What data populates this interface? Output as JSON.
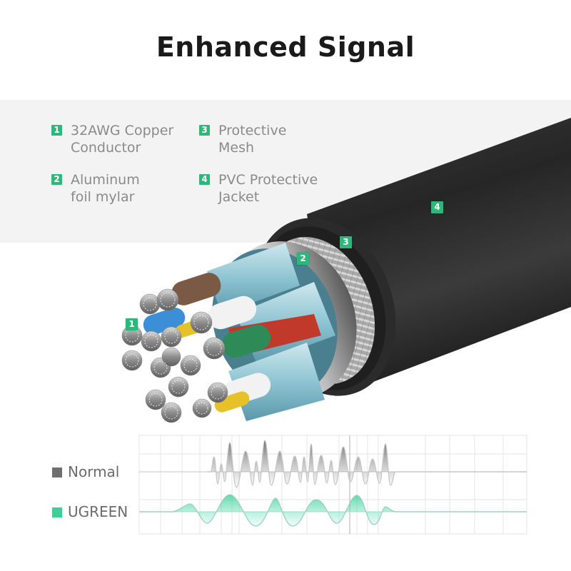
{
  "title": "Enhanced Signal",
  "specs": [
    {
      "num": "1",
      "label": "32AWG Copper\nConductor"
    },
    {
      "num": "2",
      "label": "Aluminum\nfoil mylar"
    },
    {
      "num": "3",
      "label": "Protective\nMesh"
    },
    {
      "num": "4",
      "label": "PVC Protective\nJacket"
    }
  ],
  "callouts": {
    "conductor": "1",
    "foil": "2",
    "mesh": "3",
    "jacket": "4"
  },
  "legend": {
    "normal": {
      "label": "Normal",
      "color": "#6f6f6f"
    },
    "ugreen": {
      "label": "UGREEN",
      "color": "#3dcf93"
    }
  },
  "colors": {
    "accent": "#2fb67a",
    "band": "#f3f3f3",
    "jacket": "#2a2a2a"
  }
}
